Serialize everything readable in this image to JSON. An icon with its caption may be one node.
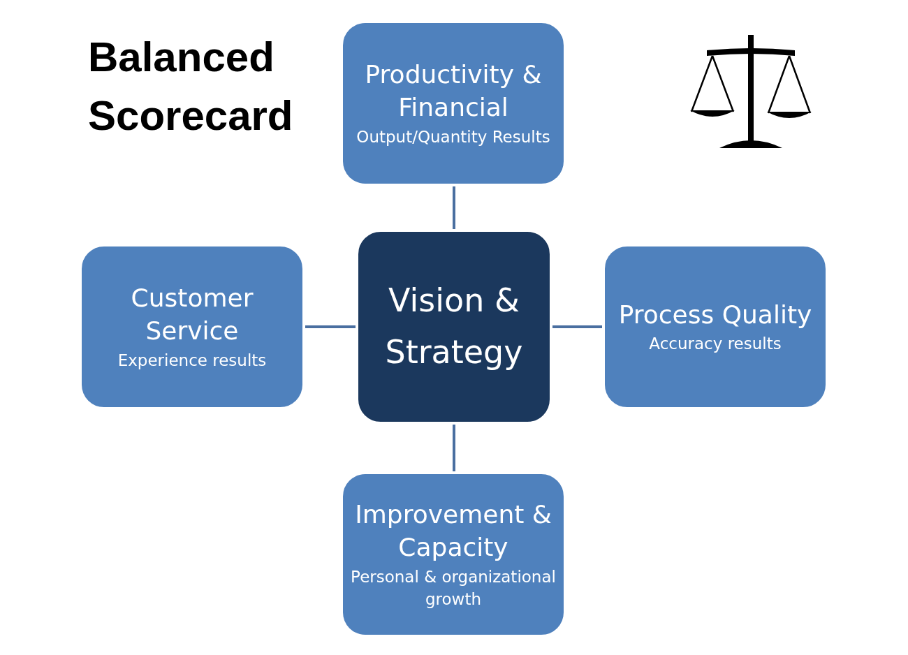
{
  "diagram": {
    "title": "Balanced Scorecard",
    "nodes": [
      {
        "text": [
          "Productivity & Financial",
          "Output/Quantity Results"
        ]
      },
      {
        "text": [
          "Customer Service",
          "Experience results"
        ]
      },
      {
        "text": [
          "Vision & Strategy"
        ]
      },
      {
        "text": [
          "Process Quality",
          "Accuracy results"
        ]
      },
      {
        "text": [
          "Improvement & Capacity",
          "Personal & organizational growth"
        ]
      }
    ],
    "edges": [
      {
        "from": 2,
        "to": 0,
        "arrow": "none"
      },
      {
        "from": 2,
        "to": 1,
        "arrow": "none"
      },
      {
        "from": 2,
        "to": 3,
        "arrow": "none"
      },
      {
        "from": 2,
        "to": 4,
        "arrow": "none"
      }
    ]
  }
}
